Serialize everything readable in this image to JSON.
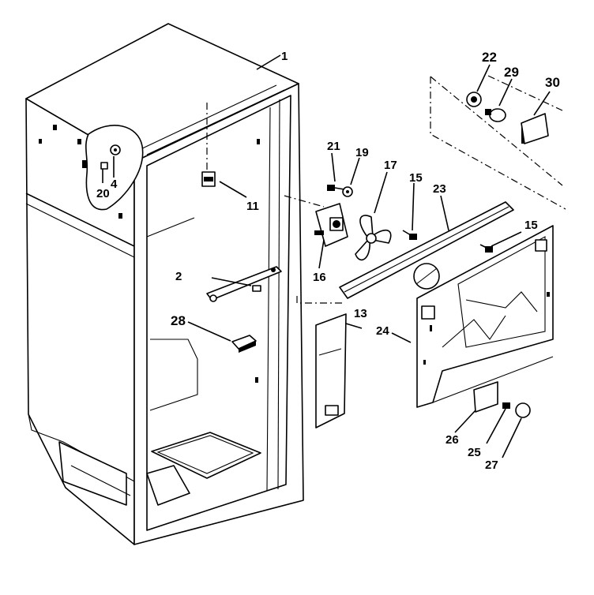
{
  "labels": {
    "p1": "1",
    "p2": "2",
    "p4": "4",
    "p11": "11",
    "p13": "13",
    "p15a": "15",
    "p15b": "15",
    "p16": "16",
    "p17": "17",
    "p19": "19",
    "p20": "20",
    "p21": "21",
    "p22": "22",
    "p23": "23",
    "p24": "24",
    "p25": "25",
    "p26": "26",
    "p27": "27",
    "p28": "28",
    "p29": "29",
    "p30": "30"
  }
}
